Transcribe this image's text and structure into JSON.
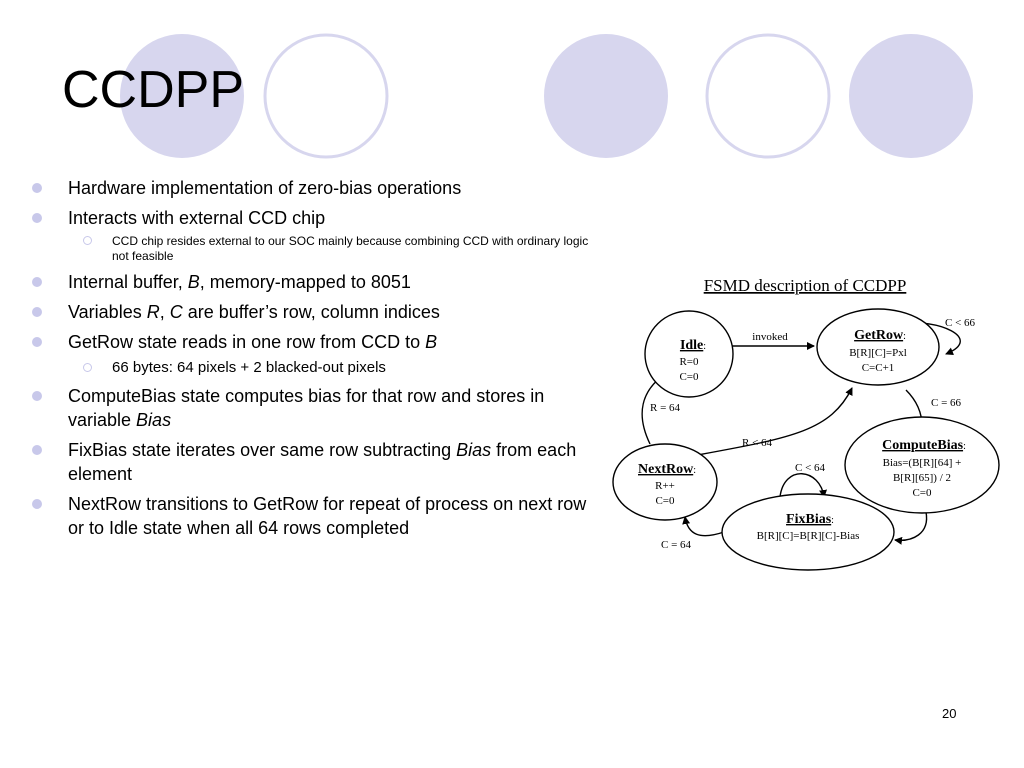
{
  "slide": {
    "title": "CCDPP",
    "page_number": "20",
    "deco_circle_fill": "#d7d6ee",
    "deco_circle_stroke": "#d7d6ee"
  },
  "bullets": [
    {
      "pre": "Hardware implementation of zero-bias operations"
    },
    {
      "pre": "Interacts with external CCD chip"
    },
    {
      "pre": "CCD chip resides external to our SOC mainly because combining CCD with ordinary logic not feasible"
    },
    {
      "pre": "Internal buffer, ",
      "em1": "B",
      "post": ", memory-mapped to 8051"
    },
    {
      "pre": "Variables ",
      "em1": "R",
      "mid": ", ",
      "em2": "C",
      "post": " are buffer’s row, column indices"
    },
    {
      "pre": "GetRow state reads in one row from CCD to ",
      "em1": "B"
    },
    {
      "pre": "66 bytes: 64 pixels + 2 blacked-out pixels"
    },
    {
      "pre": "ComputeBias state computes bias for that row and stores in variable ",
      "em1": "Bias"
    },
    {
      "pre": "FixBias state iterates over same row subtracting ",
      "em1": "Bias",
      "post": " from each element"
    },
    {
      "pre": "NextRow transitions to GetRow for repeat of process on next row or to Idle state when all 64 rows completed"
    }
  ],
  "diagram": {
    "title": "FSMD description of CCDPP",
    "states": {
      "idle": {
        "name": "Idle",
        "lines": [
          "R=0",
          "C=0"
        ]
      },
      "getrow": {
        "name": "GetRow",
        "lines": [
          "B[R][C]=Pxl",
          "C=C+1"
        ]
      },
      "computebias": {
        "name": "ComputeBias",
        "lines": [
          "Bias=(B[R][64] +",
          "B[R][65]) / 2",
          "C=0"
        ]
      },
      "fixbias": {
        "name": "FixBias",
        "lines": [
          "B[R][C]=B[R][C]-Bias"
        ]
      },
      "nextrow": {
        "name": "NextRow",
        "lines": [
          "R++",
          "C=0"
        ]
      }
    },
    "transitions": {
      "idle_getrow": "invoked",
      "getrow_self": "C < 66",
      "getrow_computebias": "C = 66",
      "computebias_fixbias": "",
      "fixbias_self": "C < 64",
      "fixbias_nextrow": "C = 64",
      "nextrow_getrow": "R < 64",
      "nextrow_idle": "R = 64"
    },
    "name_suffix": ":"
  }
}
